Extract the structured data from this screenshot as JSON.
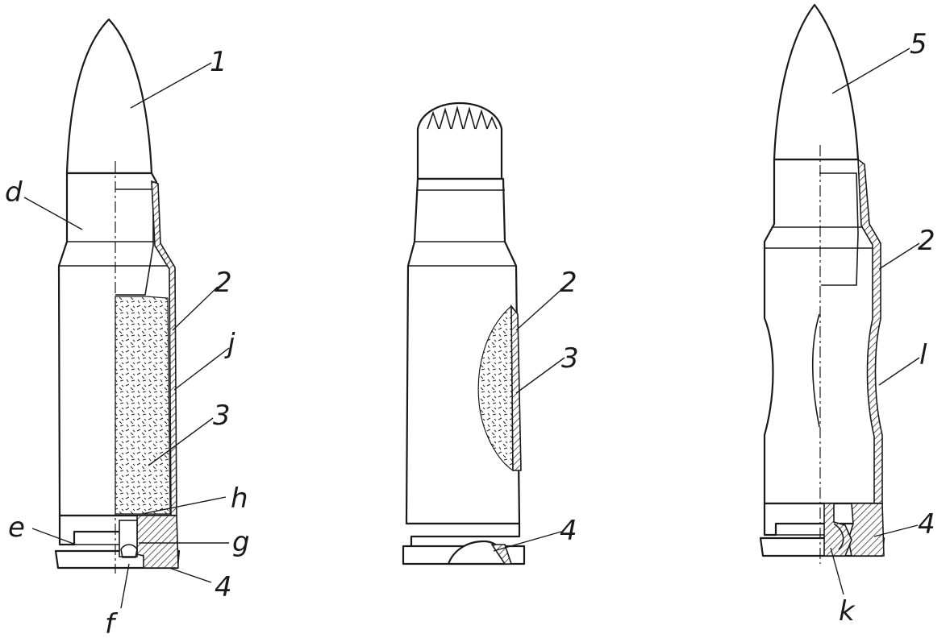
{
  "labels": {
    "c1_bullet": "1",
    "c1_d": "d",
    "c1_case": "2",
    "c1_j": "j",
    "c1_powder": "3",
    "c1_h": "h",
    "c1_e": "e",
    "c1_g": "g",
    "c1_primer": "4",
    "c1_f": "f",
    "c2_case": "2",
    "c2_powder": "3",
    "c2_primer": "4",
    "c3_bullet": "5",
    "c3_case": "2",
    "c3_l": "l",
    "c3_primer": "4",
    "c3_k": "k"
  }
}
